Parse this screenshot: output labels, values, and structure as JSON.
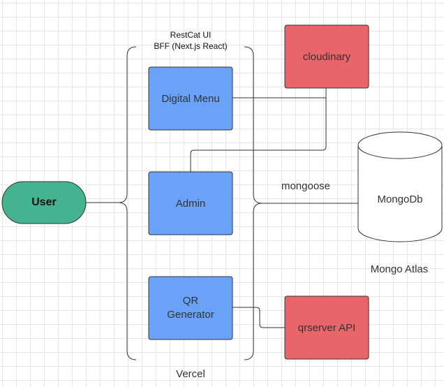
{
  "nodes": {
    "user": "User",
    "digital_menu": "Digital Menu",
    "admin": "Admin",
    "qr_generator_line1": "QR",
    "qr_generator_line2": "Generator",
    "cloudinary": "cloudinary",
    "mongodb": "MongoDb",
    "qrserver_api": "qrserver API"
  },
  "labels": {
    "bff_title_line1": "RestCat UI",
    "bff_title_line2": "BFF (Next.js React)",
    "vercel": "Vercel",
    "mongoose": "mongoose",
    "mongo_atlas": "Mongo Atlas"
  },
  "colors": {
    "user_fill": "#44b38f",
    "blue_fill": "#6aa2f8",
    "red_fill": "#e8666a",
    "stroke": "#333333",
    "text": "#333333"
  }
}
